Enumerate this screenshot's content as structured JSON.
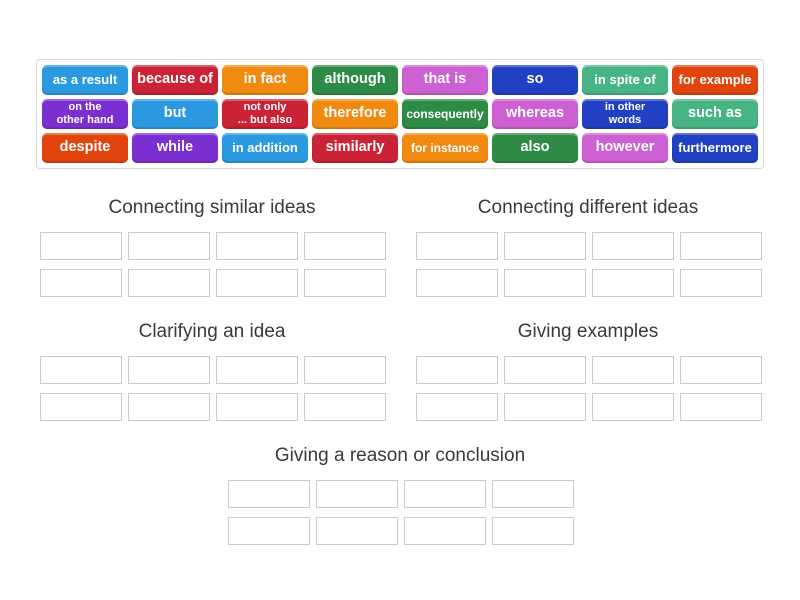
{
  "palette": {
    "blue": "#2b99e0",
    "crimson": "#cb2236",
    "orange": "#f18a10",
    "green": "#2e8b46",
    "orchid": "#cd60d2",
    "royal": "#2140c4",
    "seagreen": "#47b583",
    "orangered": "#e2440e",
    "purple": "#7c2fd1"
  },
  "word_bank": {
    "chips": [
      {
        "label": "as a result",
        "color": "blue"
      },
      {
        "label": "because of",
        "color": "crimson"
      },
      {
        "label": "in fact",
        "color": "orange"
      },
      {
        "label": "although",
        "color": "green"
      },
      {
        "label": "that is",
        "color": "orchid"
      },
      {
        "label": "so",
        "color": "royal"
      },
      {
        "label": "in spite of",
        "color": "seagreen"
      },
      {
        "label": "for example",
        "color": "orangered"
      },
      {
        "label": "on the\nother hand",
        "color": "purple"
      },
      {
        "label": "but",
        "color": "blue"
      },
      {
        "label": "not only\n... but also",
        "color": "crimson"
      },
      {
        "label": "therefore",
        "color": "orange"
      },
      {
        "label": "consequently",
        "color": "green"
      },
      {
        "label": "whereas",
        "color": "orchid"
      },
      {
        "label": "in other\nwords",
        "color": "royal"
      },
      {
        "label": "such as",
        "color": "seagreen"
      },
      {
        "label": "despite",
        "color": "orangered"
      },
      {
        "label": "while",
        "color": "purple"
      },
      {
        "label": "in addition",
        "color": "blue"
      },
      {
        "label": "similarly",
        "color": "crimson"
      },
      {
        "label": "for instance",
        "color": "orange"
      },
      {
        "label": "also",
        "color": "green"
      },
      {
        "label": "however",
        "color": "orchid"
      },
      {
        "label": "furthermore",
        "color": "royal"
      }
    ]
  },
  "groups": [
    {
      "title": "Connecting similar ideas",
      "slot_count": 8,
      "position": "left"
    },
    {
      "title": "Connecting different ideas",
      "slot_count": 8,
      "position": "right"
    },
    {
      "title": "Clarifying an idea",
      "slot_count": 8,
      "position": "left"
    },
    {
      "title": "Giving examples",
      "slot_count": 8,
      "position": "right"
    },
    {
      "title": "Giving a reason or conclusion",
      "slot_count": 8,
      "position": "center-full-width"
    }
  ]
}
